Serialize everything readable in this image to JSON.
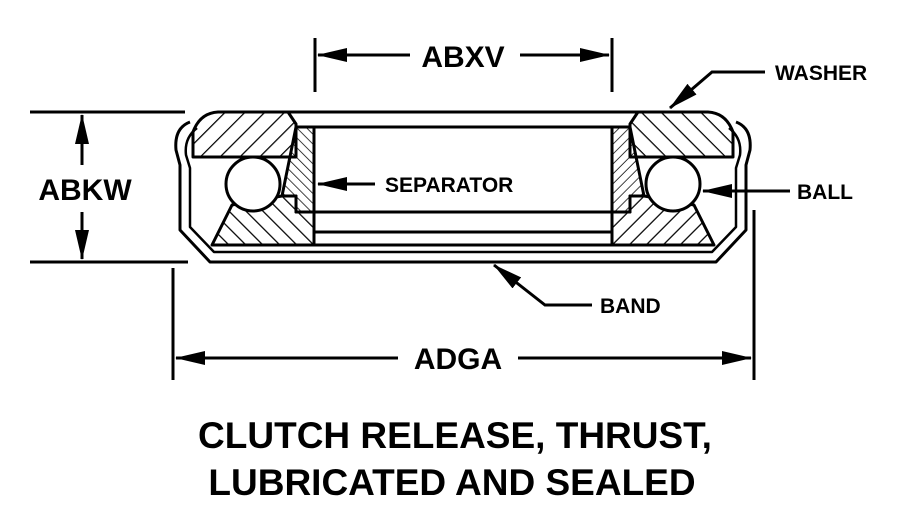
{
  "dimensions": {
    "top_width": "ABXV",
    "height": "ABKW",
    "overall_width": "ADGA"
  },
  "parts": {
    "washer": "WASHER",
    "separator": "SEPARATOR",
    "ball": "BALL",
    "band": "BAND"
  },
  "title": {
    "line1": "CLUTCH RELEASE, THRUST,",
    "line2": "LUBRICATED AND SEALED"
  },
  "colors": {
    "ink": "#000000",
    "paper": "#ffffff"
  }
}
